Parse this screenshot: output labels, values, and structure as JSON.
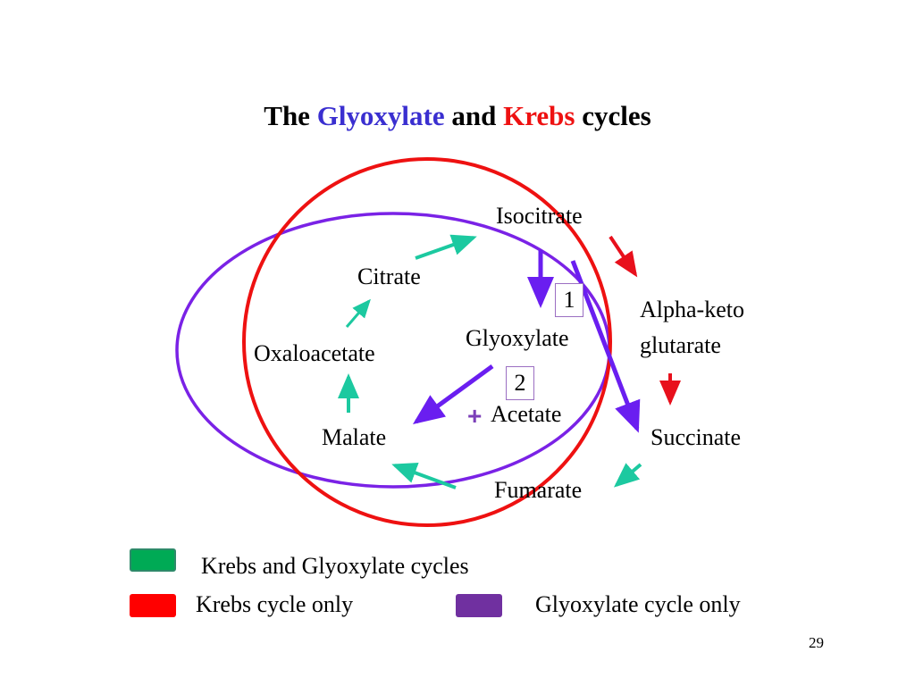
{
  "title": {
    "part1": "The ",
    "glyoxylate": "Glyoxylate",
    "part2": " and ",
    "krebs": "Krebs",
    "part3": " cycles"
  },
  "colors": {
    "glyoxylate_text": "#3a2fd0",
    "krebs_text": "#ee1111",
    "krebs_circle": "#ee1111",
    "glyoxylate_ellipse": "#7a22e6",
    "shared_arrow": "#1cc9a0",
    "krebs_arrow": "#e8101c",
    "glyoxylate_arrow": "#6a1ef0",
    "legend_both": "#00aa55",
    "legend_krebs": "#ff0000",
    "legend_glyoxylate": "#7030a0"
  },
  "nodes": {
    "isocitrate": "Isocitrate",
    "citrate": "Citrate",
    "oxaloacetate": "Oxaloacetate",
    "malate": "Malate",
    "glyoxylate": "Glyoxylate",
    "acetate": "Acetate",
    "alpha_keto_line1": "Alpha-keto",
    "alpha_keto_line2": "glutarate",
    "succinate": "Succinate",
    "fumarate": "Fumarate"
  },
  "steps": {
    "step1": "1",
    "step2": "2",
    "plus_sign": "+"
  },
  "legend": {
    "both": "Krebs and Glyoxylate cycles",
    "krebs_only": "Krebs cycle only",
    "glyoxylate_only": "Glyoxylate cycle only"
  },
  "page_number": "29"
}
